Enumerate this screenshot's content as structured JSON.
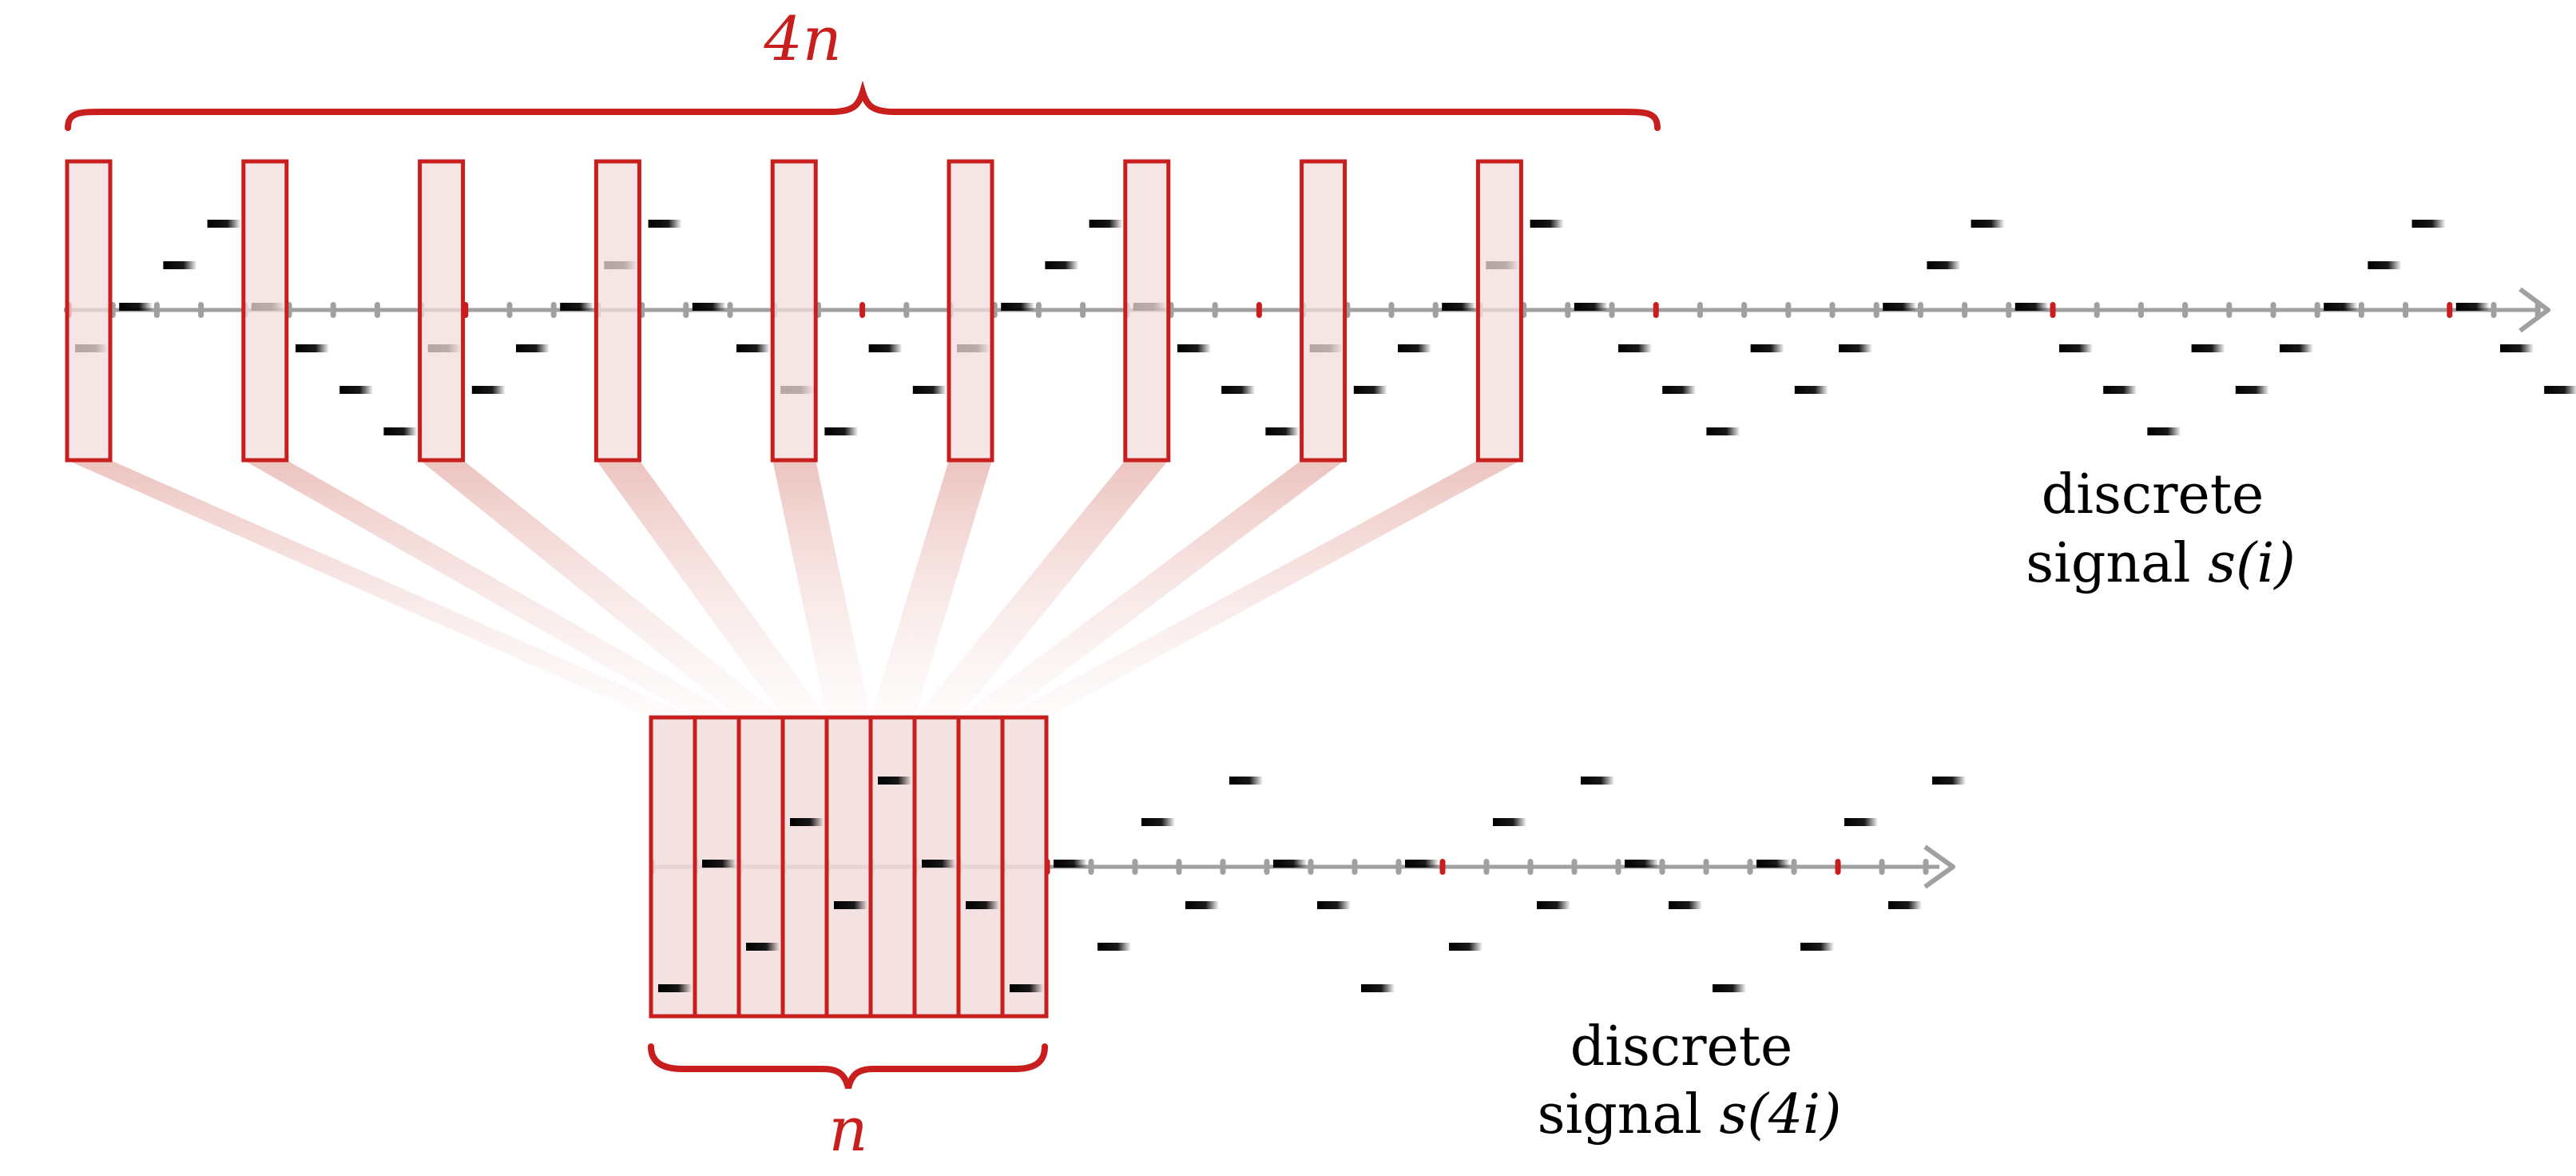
{
  "labels": {
    "top_brace": "4n",
    "bottom_brace": "n",
    "top_caption_line1": "discrete",
    "top_caption_line2_text": "signal ",
    "top_caption_line2_math": "s(i)",
    "bottom_caption_line1": "discrete",
    "bottom_caption_line2_text": "signal ",
    "bottom_caption_line2_math": "s(4i)"
  },
  "colors": {
    "accent": "#c81e1e",
    "window_fill": "#f2dcdc",
    "axis": "#a0a0a0",
    "sample": "#000000"
  },
  "signal_s_i": {
    "samples_levels": [
      -1,
      0,
      1,
      2,
      0,
      -1,
      -2,
      -3,
      -1,
      -2,
      -1,
      0,
      1,
      2,
      0,
      -1,
      -2,
      -3,
      -1,
      -2,
      -1,
      0,
      1,
      2,
      0,
      -1,
      -2,
      -3,
      -1,
      -2,
      -1,
      0,
      1,
      2,
      0,
      -1,
      -2,
      -3,
      -1,
      -2,
      -1,
      0,
      1,
      2,
      0,
      -1,
      -2,
      -3,
      -1,
      -2,
      -1,
      0,
      1,
      2,
      0,
      -1,
      -2,
      -3
    ],
    "highlight_every": 9,
    "window_count": 9,
    "window_stride": 4
  },
  "signal_s_4i": {
    "samples_levels": [
      -3,
      0,
      -2,
      1,
      -1,
      2,
      0,
      -1,
      -3,
      0,
      -2,
      1,
      -1,
      2,
      0,
      -1,
      -3,
      0,
      -2,
      1,
      -1,
      2,
      0,
      -1,
      -3,
      0,
      -2,
      1,
      -1,
      2
    ],
    "highlight_every": 9,
    "window_count": 9
  }
}
